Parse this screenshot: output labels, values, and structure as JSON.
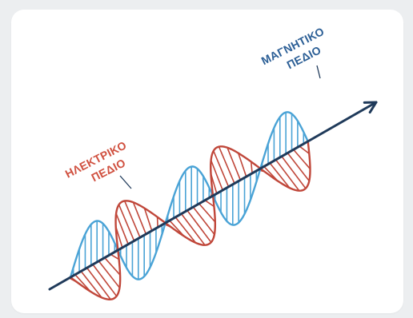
{
  "colors": {
    "background": "#eceef0",
    "card": "#ffffff",
    "electric": "#c0473a",
    "magnetic": "#4aa3d6",
    "axis": "#1f3a5a",
    "electric_label": "#d0503f",
    "magnetic_label": "#2c5f96"
  },
  "labels": {
    "electric_line1": "ΗΛΕΚΤΡΙΚΟ",
    "electric_line2": "ΠΕΔΙΟ",
    "magnetic_line1": "ΜΑΓΝΗΤΙΚΟ",
    "magnetic_line2": "ΠΕΔΙΟ"
  },
  "wave": {
    "cycles": 2.5
  }
}
